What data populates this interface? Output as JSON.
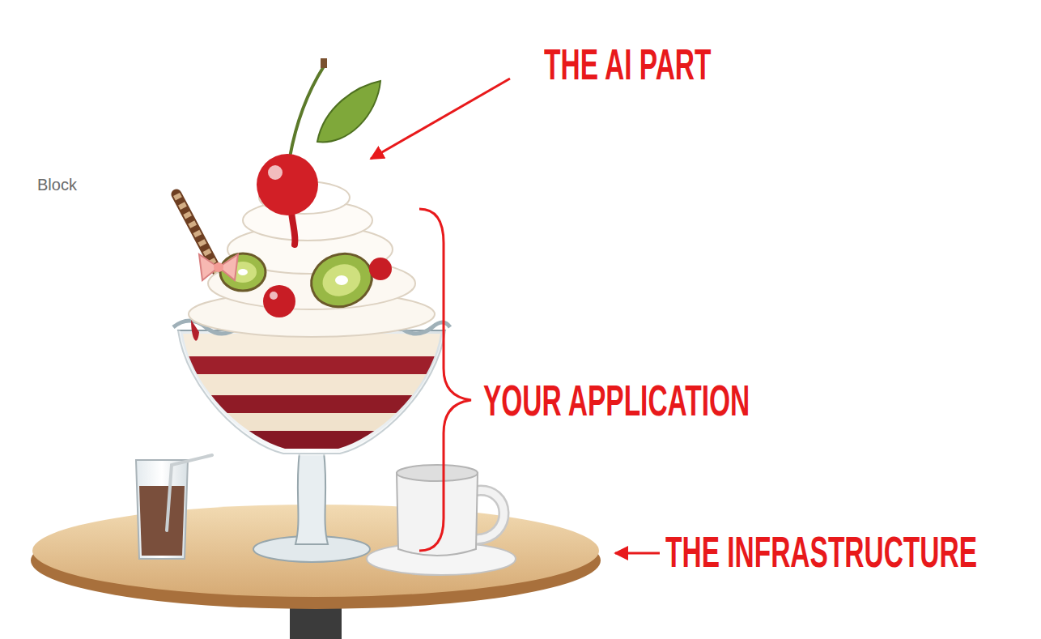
{
  "diagram": {
    "labels": [
      "THE AI PART",
      "YOUR APPLICATION",
      "THE INFRASTRUCTURE",
      "Block"
    ]
  }
}
